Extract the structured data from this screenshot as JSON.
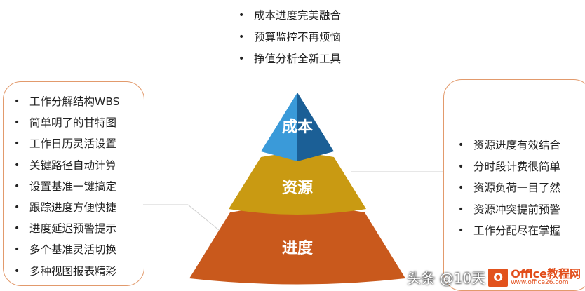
{
  "top_items": [
    "成本进度完美融合",
    "预算监控不再烦恼",
    "挣值分析全新工具"
  ],
  "left_items": [
    "工作分解结构WBS",
    "简单明了的甘特图",
    "工作日历灵活设置",
    "关键路径自动计算",
    "设置基准一键搞定",
    "跟踪进度方便快捷",
    "进度延迟预警提示",
    "多个基准灵活切换",
    "多种视图报表精彩"
  ],
  "right_items": [
    "资源进度有效结合",
    "分时段计费很简单",
    "资源负荷一目了然",
    "资源冲突提前预警",
    "工作分配尽在掌握"
  ],
  "pyramid": {
    "top_label": "成本",
    "middle_label": "资源",
    "bottom_label": "进度",
    "top_color_light": "#3a9ad9",
    "top_color_dark": "#1b5f96",
    "middle_color": "#c99a12",
    "bottom_color": "#c9591c"
  },
  "watermark": {
    "text": "头条 @10天",
    "icon_letter": "O",
    "brand": "Office教程网",
    "url": "www.office26.com"
  }
}
